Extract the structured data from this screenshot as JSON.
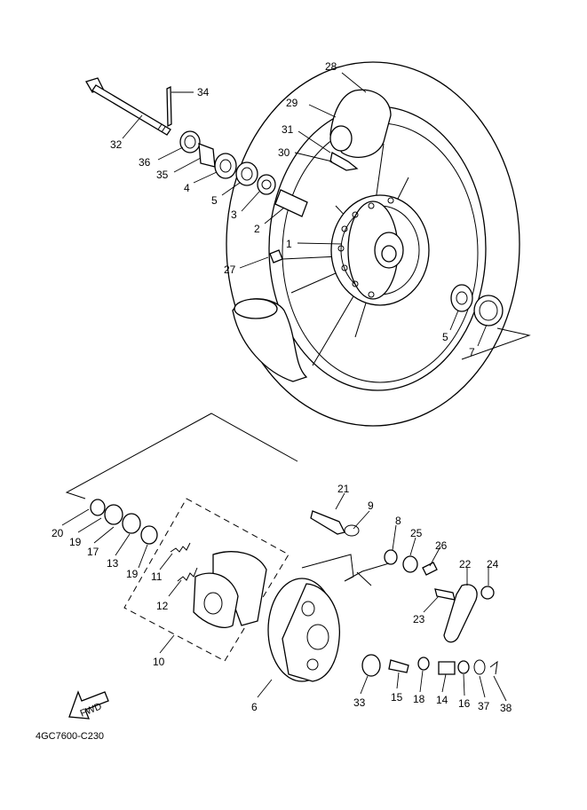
{
  "diagram": {
    "code": "4GC7600-C230",
    "fwd_label": "FWD",
    "callouts": {
      "c1": "1",
      "c2": "2",
      "c3": "3",
      "c4": "4",
      "c5a": "5",
      "c5b": "5",
      "c6": "6",
      "c7": "7",
      "c8": "8",
      "c9": "9",
      "c10": "10",
      "c11": "11",
      "c12": "12",
      "c13": "13",
      "c14": "14",
      "c15": "15",
      "c16": "16",
      "c17": "17",
      "c18": "18",
      "c19a": "19",
      "c19b": "19",
      "c20": "20",
      "c21": "21",
      "c22": "22",
      "c23": "23",
      "c24": "24",
      "c25": "25",
      "c26": "26",
      "c27": "27",
      "c28": "28",
      "c29": "29",
      "c30": "30",
      "c31": "31",
      "c32": "32",
      "c33": "33",
      "c34": "34",
      "c35": "35",
      "c36": "36",
      "c37": "37",
      "c38": "38"
    }
  }
}
